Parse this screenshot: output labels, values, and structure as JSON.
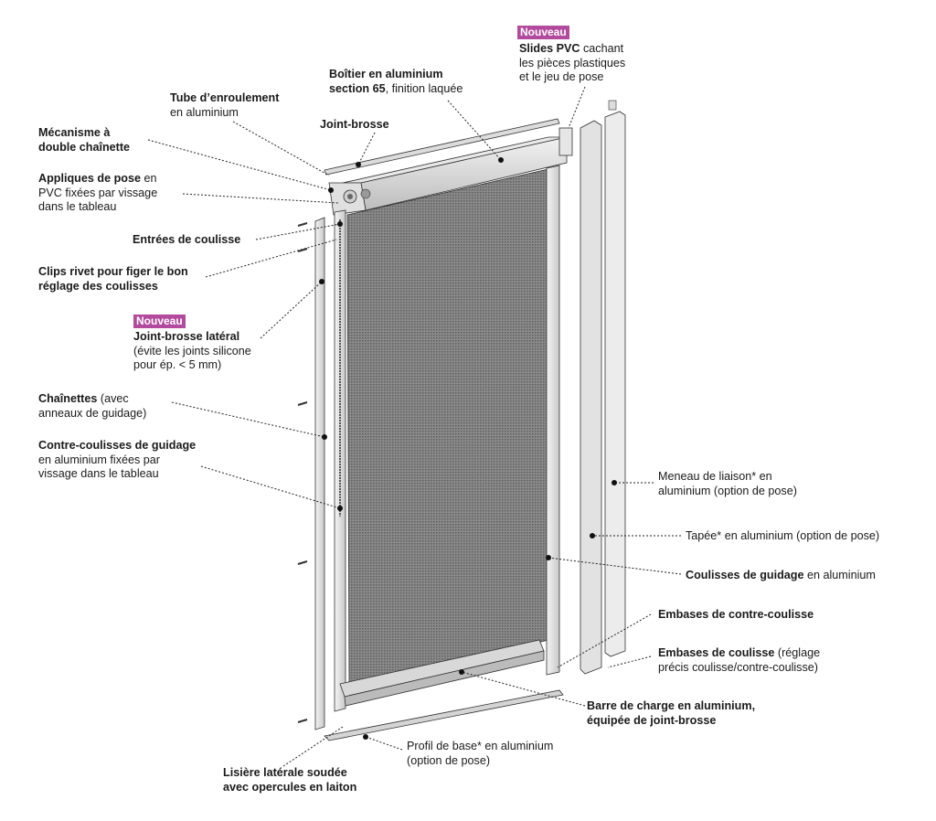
{
  "badges": {
    "nouveau_top": "Nouveau",
    "nouveau_left": "Nouveau"
  },
  "labels": {
    "slides_pvc": {
      "bold": "Slides PVC",
      "rest1": " cachant",
      "line2": "les pièces plastiques",
      "line3": "et le jeu de pose"
    },
    "boitier": {
      "line1": "Boîtier en aluminium",
      "bold2": "section 65",
      "rest2": ", finition laquée"
    },
    "tube": {
      "line1": "Tube d’enroulement",
      "line2": "en aluminium"
    },
    "joint_brosse": {
      "line1": "Joint-brosse"
    },
    "mecanisme": {
      "line1": "Mécanisme à",
      "line2": "double chaînette"
    },
    "appliques": {
      "bold1": "Appliques de pose",
      "rest1": " en",
      "line2": "PVC fixées par vissage",
      "line3": "dans le tableau"
    },
    "entrees": {
      "line1": "Entrées de coulisse"
    },
    "clips": {
      "line1": "Clips rivet pour figer le bon",
      "line2": "réglage des coulisses"
    },
    "joint_lateral": {
      "line1": "Joint-brosse latéral",
      "line2": "(évite les joints silicone",
      "line3": "pour ép. < 5 mm)"
    },
    "chainettes": {
      "bold1": "Chaînettes",
      "rest1": " (avec",
      "line2": "anneaux de guidage)"
    },
    "contre_coulisses": {
      "line1": "Contre-coulisses de guidage",
      "line2": "en aluminium fixées par",
      "line3": "vissage dans le tableau"
    },
    "meneau": {
      "bold1": "Meneau de liaison*",
      "rest1": " en",
      "line2": "aluminium (option de pose)"
    },
    "tapee": {
      "bold1": "Tapée*",
      "rest1": " en aluminium (option de pose)"
    },
    "coulisses": {
      "bold1": "Coulisses de guidage",
      "rest1": " en aluminium"
    },
    "embases_contre": {
      "line1": "Embases de contre-coulisse"
    },
    "embases_coulisse": {
      "bold1": "Embases de coulisse",
      "rest1": " (réglage",
      "line2": "précis coulisse/contre-coulisse)"
    },
    "barre": {
      "line1": "Barre de charge en aluminium,",
      "line2": "équipée de joint-brosse"
    },
    "profil": {
      "bold1": "Profil de base*",
      "rest1": " en aluminium",
      "line2": "(option de pose)"
    },
    "lisiere": {
      "line1": "Lisière latérale soudée",
      "line2": "avec opercules en laiton"
    }
  },
  "colors": {
    "badge": "#b24a9e",
    "line": "#222222",
    "frame": "#d9d9d9",
    "screen": "#6f6f6f"
  }
}
